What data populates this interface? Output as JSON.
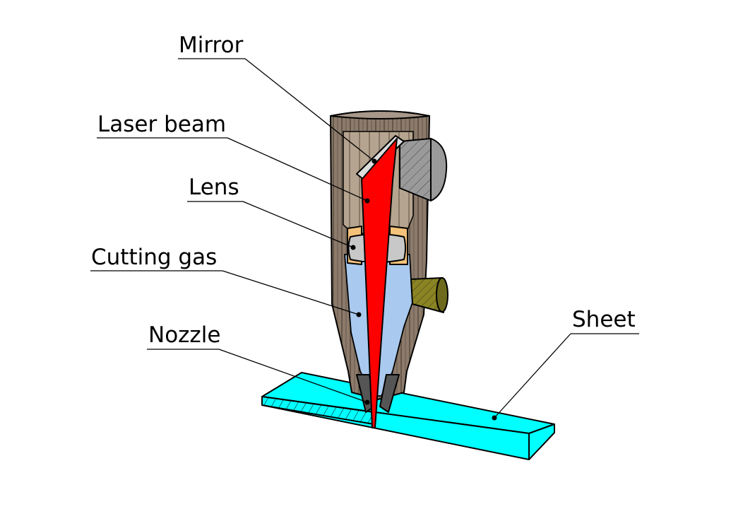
{
  "labels": {
    "mirror": "Mirror",
    "laser_beam": "Laser beam",
    "lens": "Lens",
    "cutting_gas": "Cutting gas",
    "nozzle": "Nozzle",
    "sheet": "Sheet"
  },
  "colors": {
    "housing": "#8c7b6b",
    "housing_inner": "#c2b29f",
    "beam": "#ff0000",
    "gas": "#a9c9ee",
    "sheet": "#00ffff",
    "lens_holder": "#f5c27a",
    "lens": "#c8c8c8",
    "gas_port": "#6d6a1d",
    "mirror_mount": "#9a9a9a"
  }
}
